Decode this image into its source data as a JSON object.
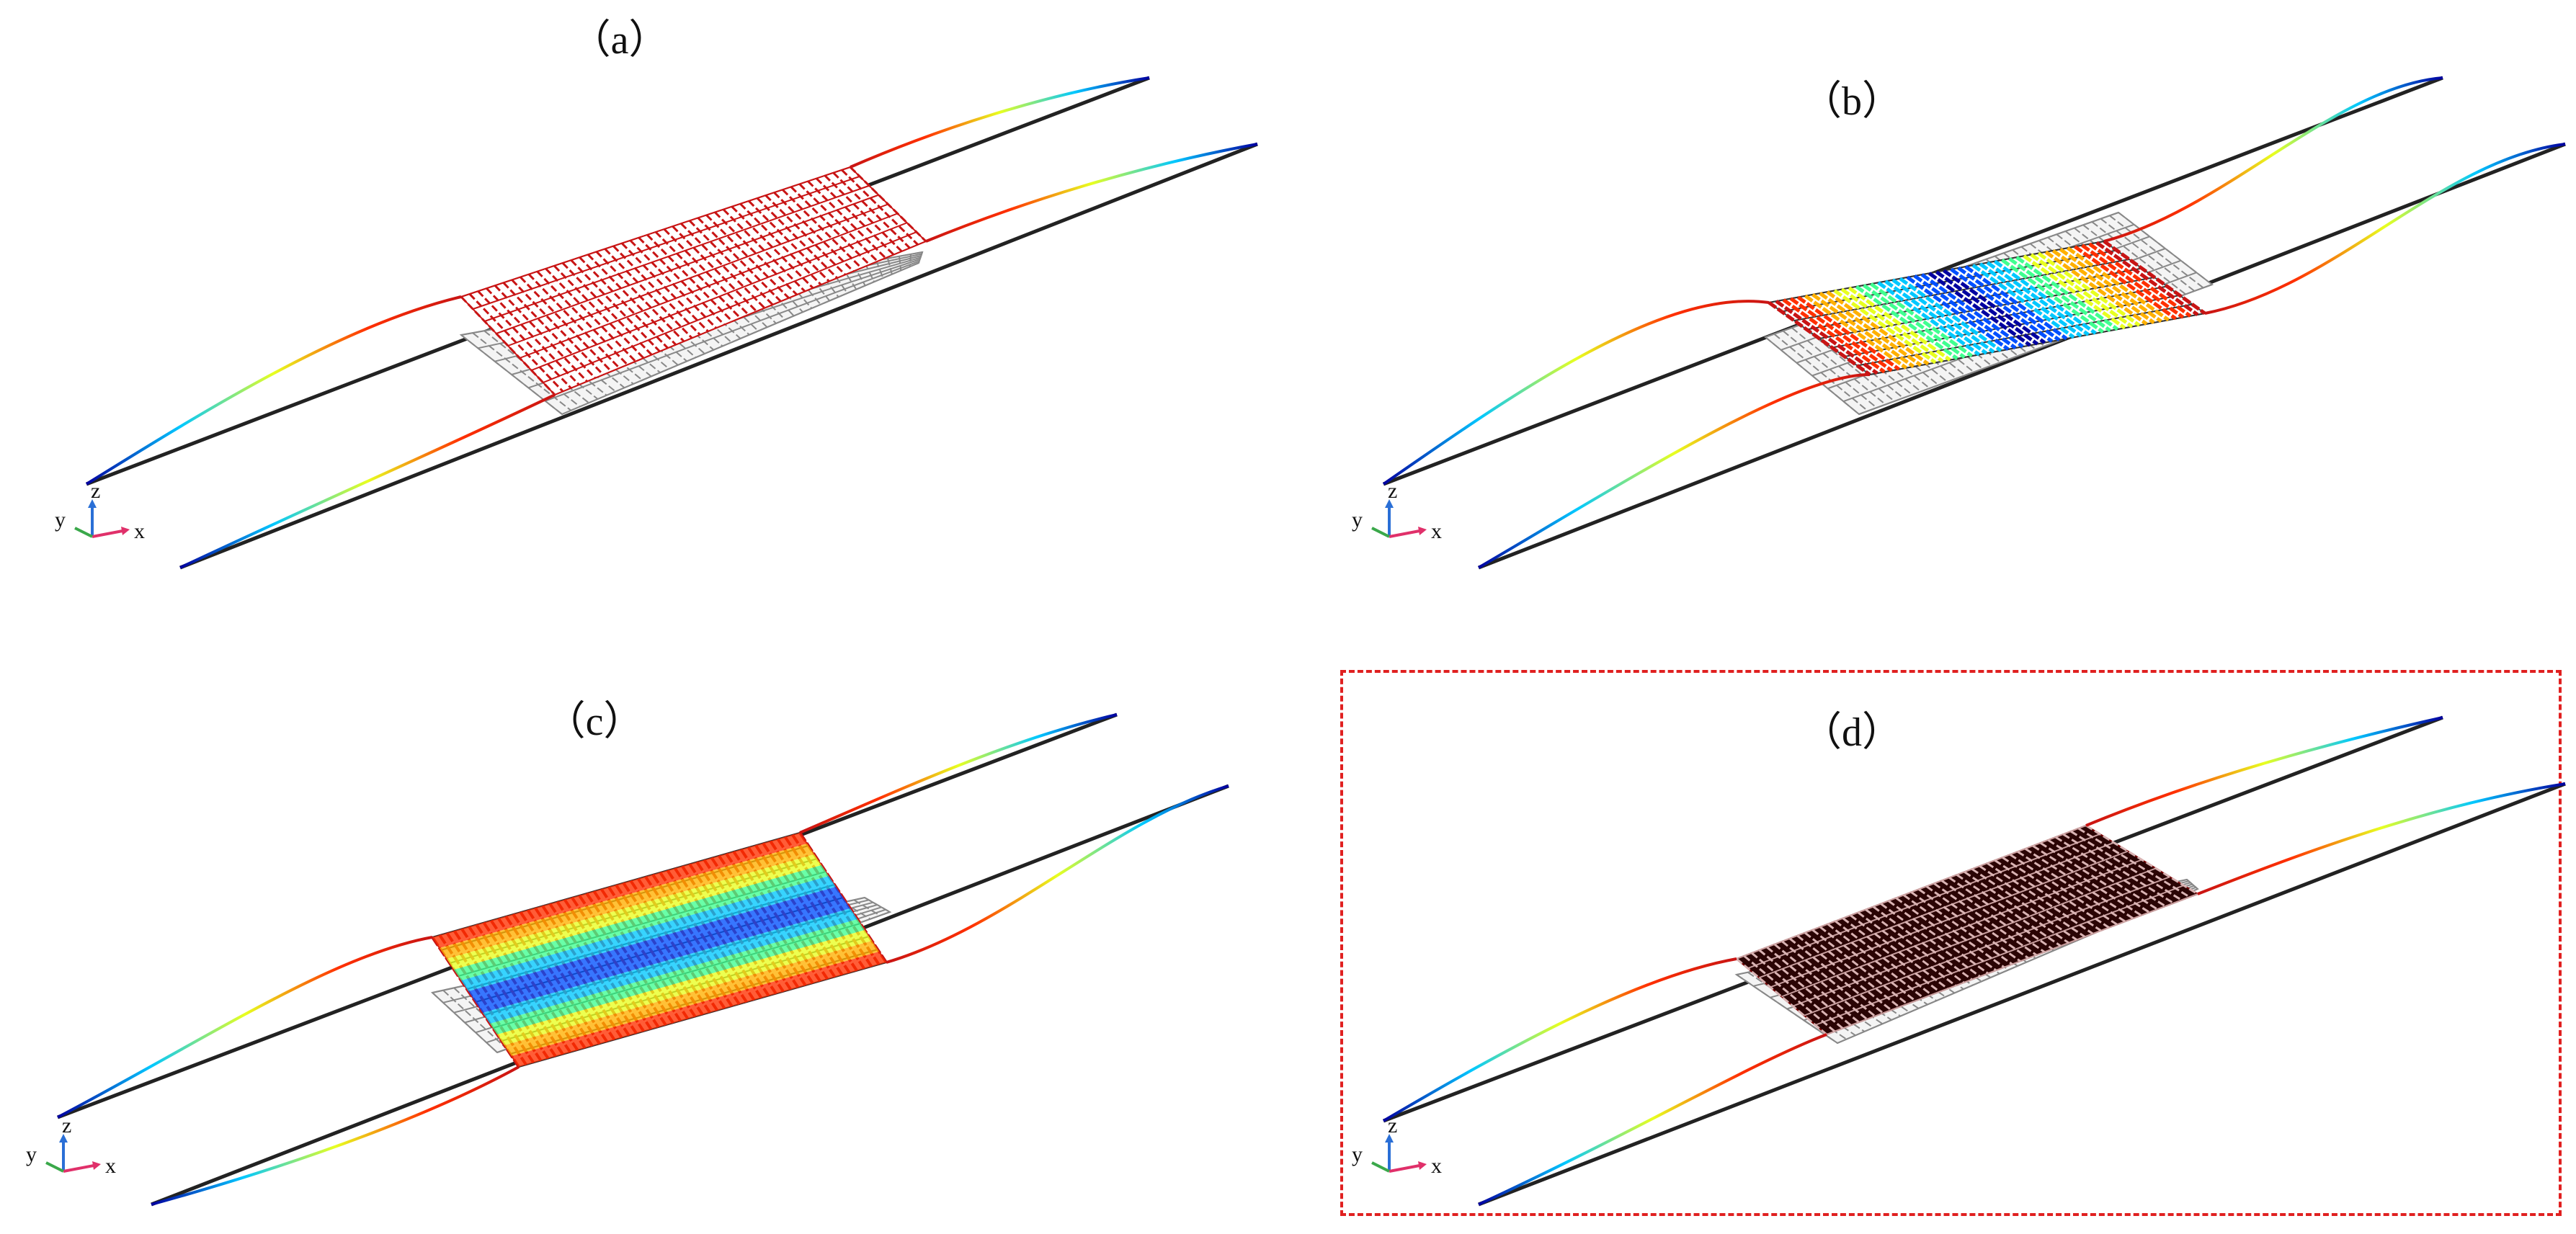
{
  "panels": [
    {
      "id": "a",
      "label": "（a）",
      "highlighted": false
    },
    {
      "id": "b",
      "label": "（b）",
      "highlighted": false
    },
    {
      "id": "c",
      "label": "（c）",
      "highlighted": false
    },
    {
      "id": "d",
      "label": "（d）",
      "highlighted": true
    }
  ],
  "axis_triad": {
    "x": "x",
    "y": "y",
    "z": "z"
  },
  "colors": {
    "rail": "#222222",
    "mode_red": "#c81414",
    "mode_dark_red": "#7a0a0a",
    "deck_grey": "#888888",
    "highlight": "#e02020",
    "rainbow": [
      "#0000a0",
      "#0050ff",
      "#00c8ff",
      "#40ff90",
      "#e8ff20",
      "#ffb000",
      "#ff3000",
      "#c81414"
    ]
  }
}
